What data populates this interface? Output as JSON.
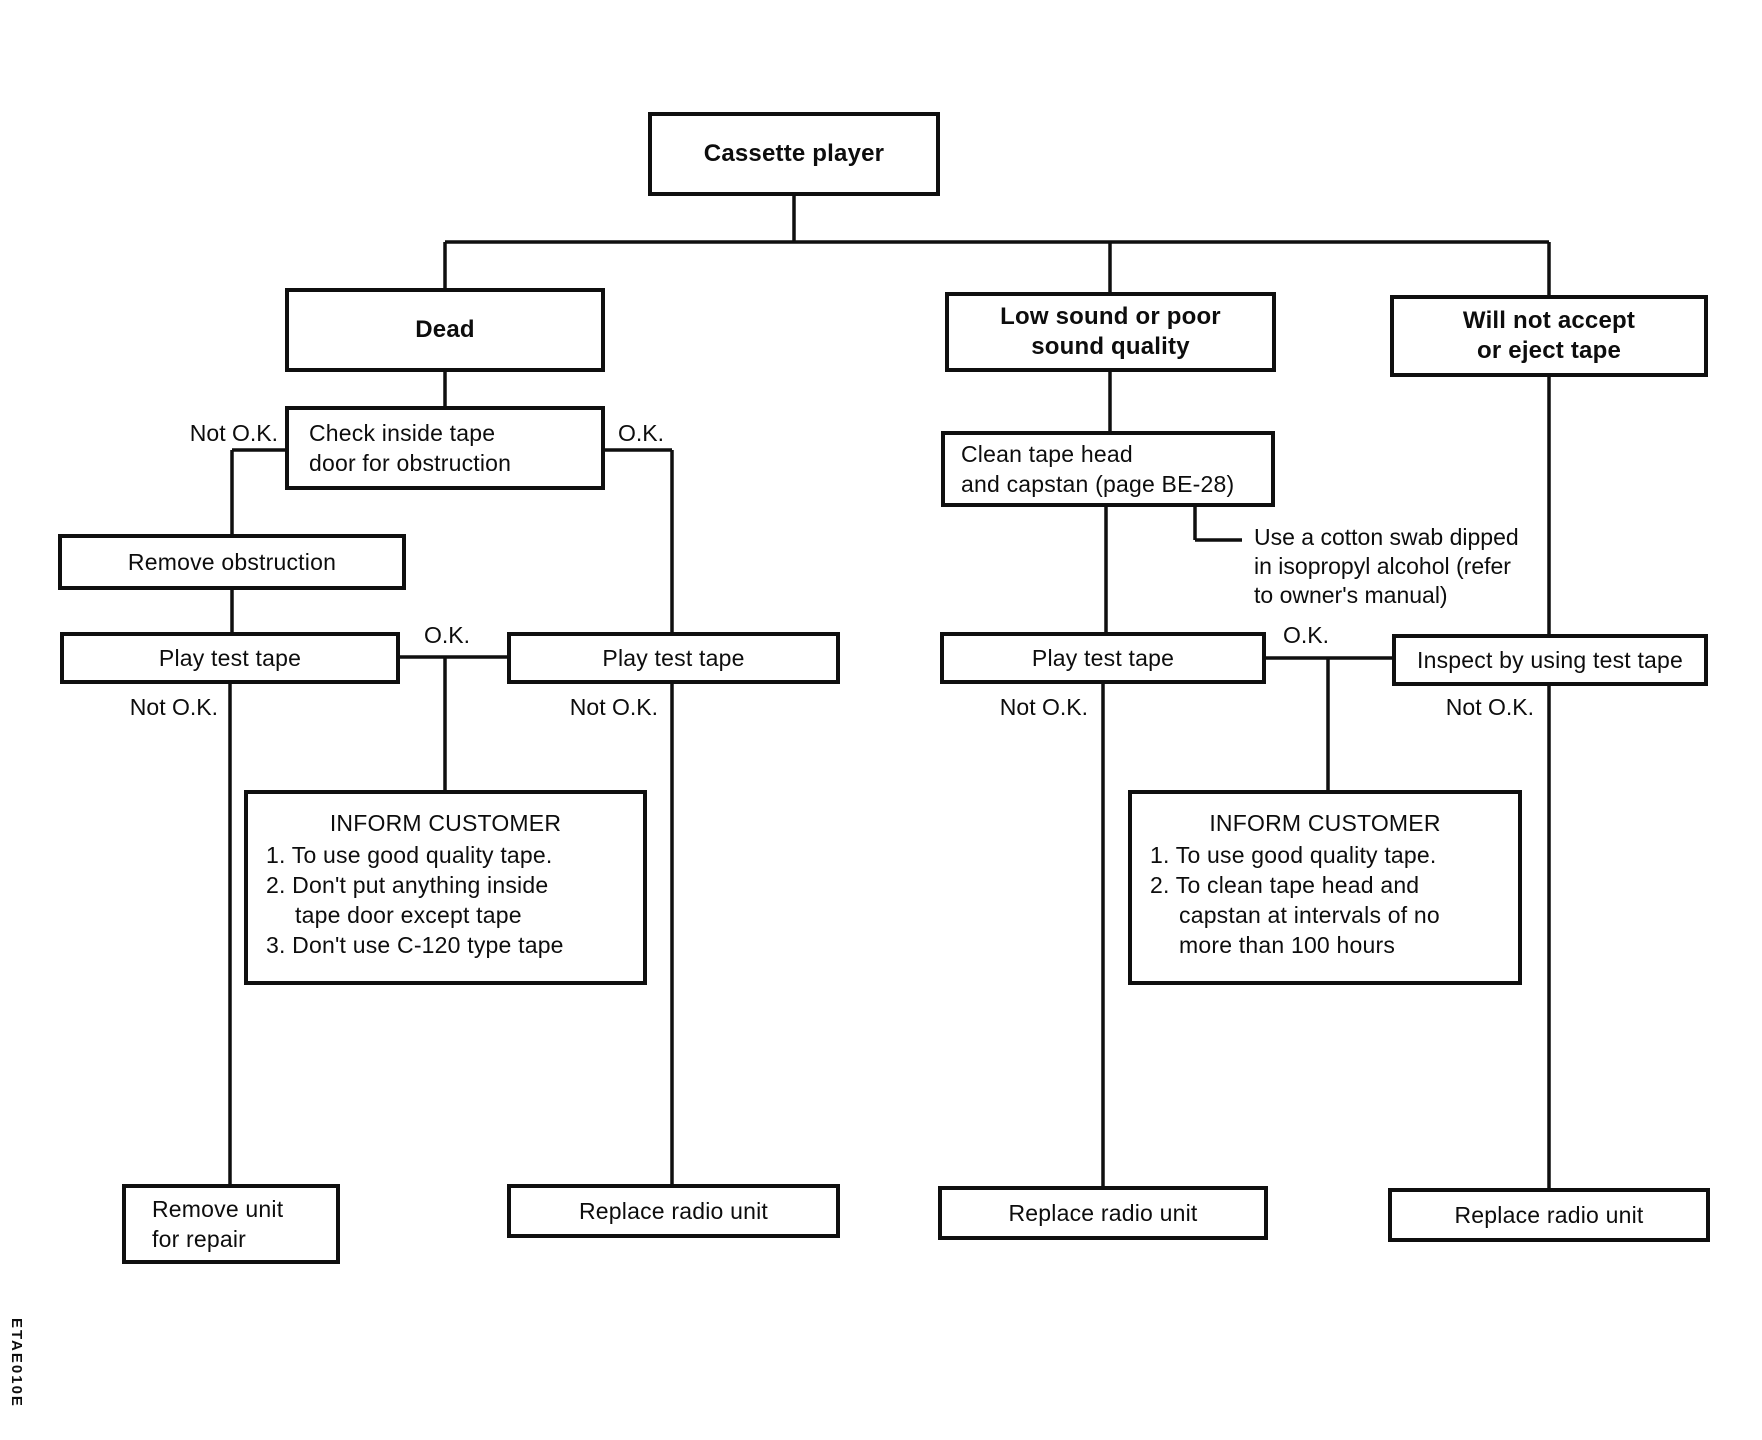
{
  "diagram": {
    "code": "ETAE010E",
    "colors": {
      "line": "#0f0f0f",
      "background": "#ffffff",
      "text": "#0d0d0d"
    },
    "labels": {
      "ok": "O.K.",
      "not_ok": "Not O.K."
    },
    "boxes": {
      "cassette": "Cassette player",
      "dead": "Dead",
      "low_sound_1": "Low sound or poor",
      "low_sound_2": "sound quality",
      "will_not_1": "Will not accept",
      "will_not_2": "or eject tape",
      "check_1": "Check inside tape",
      "check_2": "door for obstruction",
      "remove_obstruction": "Remove obstruction",
      "play_test_tape": "Play test tape",
      "clean_1": "Clean tape head",
      "clean_2": "and capstan (page BE-28)",
      "inspect": "Inspect by using test tape",
      "remove_unit_1": "Remove unit",
      "remove_unit_2": "for repair",
      "replace_radio": "Replace radio unit"
    },
    "note": {
      "line1": "Use a cotton swab dipped",
      "line2": "in isopropyl alcohol (refer",
      "line3": "to owner's manual)"
    },
    "inform_left": {
      "title": "INFORM CUSTOMER",
      "item1": "1. To use good quality tape.",
      "item2": "2. Don't put anything inside",
      "item2b": "tape door except tape",
      "item3": "3. Don't use C-120 type tape"
    },
    "inform_right": {
      "title": "INFORM CUSTOMER",
      "item1": "1. To use good quality tape.",
      "item2": "2. To clean tape head and",
      "item2b": "capstan at intervals of no",
      "item2c": "more than 100 hours"
    }
  }
}
